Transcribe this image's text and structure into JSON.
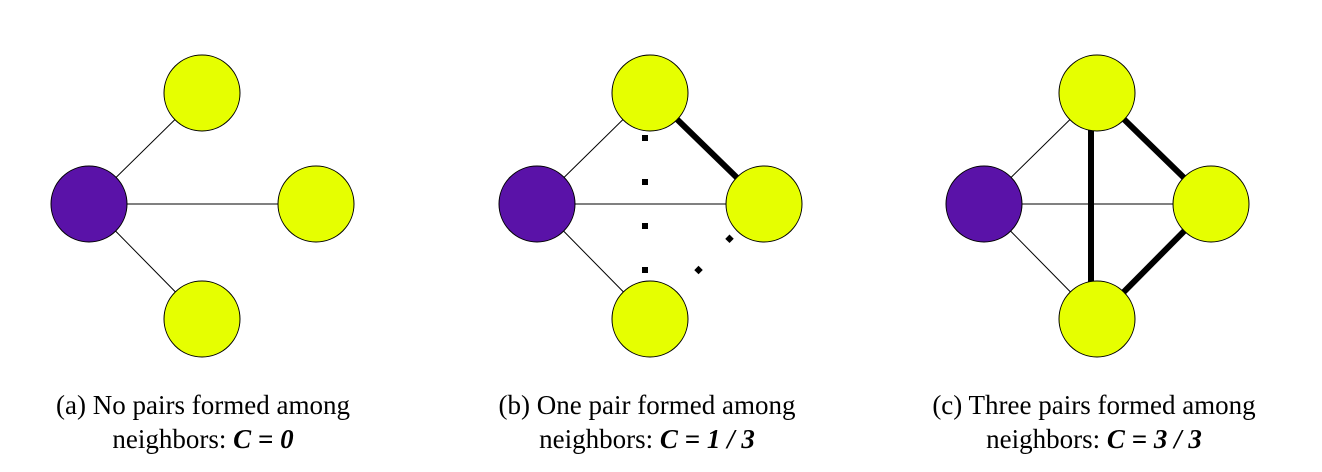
{
  "colors": {
    "center_node": "#5a12a8",
    "neighbor_node": "#e6ff00",
    "edge": "#000000",
    "background": "#ffffff"
  },
  "panels": [
    {
      "id": "a",
      "caption_line1": "(a) No pairs formed among",
      "caption_prefix": "neighbors: ",
      "caption_value": "C = 0",
      "neighbor_links": []
    },
    {
      "id": "b",
      "caption_line1": "(b) One pair formed among",
      "caption_prefix": "neighbors: ",
      "caption_value": "C = 1 / 3",
      "neighbor_links": [
        {
          "from": "top",
          "to": "right",
          "style": "solid"
        },
        {
          "from": "top",
          "to": "bottom",
          "style": "dotted"
        },
        {
          "from": "right",
          "to": "bottom",
          "style": "dotted"
        }
      ]
    },
    {
      "id": "c",
      "caption_line1": "(c) Three pairs formed among",
      "caption_prefix": "neighbors: ",
      "caption_value": "C = 3 / 3",
      "neighbor_links": [
        {
          "from": "top",
          "to": "right",
          "style": "solid"
        },
        {
          "from": "top",
          "to": "bottom",
          "style": "solid"
        },
        {
          "from": "right",
          "to": "bottom",
          "style": "solid"
        }
      ]
    }
  ]
}
